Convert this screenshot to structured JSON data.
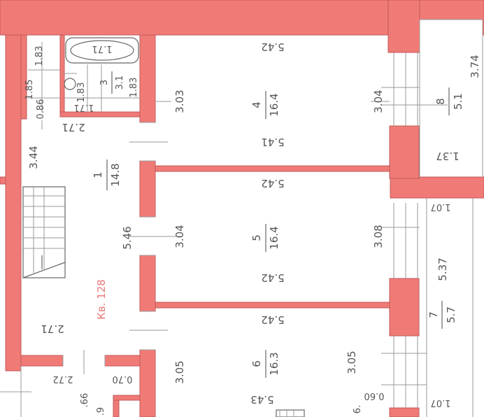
{
  "rooms": [
    {
      "id": "1",
      "area": "14.8"
    },
    {
      "id": "3",
      "area": "3.1"
    },
    {
      "id": "4",
      "area": "16.4"
    },
    {
      "id": "5",
      "area": "16.4"
    },
    {
      "id": "6",
      "area": "16.3"
    },
    {
      "id": "7",
      "area": "5.7"
    },
    {
      "id": "8",
      "area": "5.1"
    }
  ],
  "apartment_label": "Кв. 128",
  "dims": {
    "r4_top": "5.42",
    "r4_left": "3.03",
    "r4_right": "3.04",
    "r4_bottom": "5.41",
    "r5_top": "5.42",
    "r5_left": "3.04",
    "r5_right": "3.08",
    "r5_bottom": "5.42",
    "r6_top": "5.42",
    "r6_left": "3.05",
    "r6_right": "3.05",
    "r6_bottom": "5.43",
    "r1_a": "3.44",
    "r1_b": "5.46",
    "r1_c": "2.71",
    "r1_d": "2.71",
    "r8_a": "3.74",
    "r8_b": "1.37",
    "r7_a": "1.07",
    "r7_b": "5.37",
    "r7_c": "1.07",
    "bath_a": "1.71",
    "bath_b": "1.71",
    "bath_c": "1.83",
    "bath_d": "1.83",
    "bath_e": "0.86",
    "bath_f": "1.85",
    "bath_g": "1.83",
    "hall_a": "2.72",
    "hall_b": "0.70",
    "hall_c": "0.60",
    "hall_d": ".66",
    "hall_e": ".9",
    "hall_f": "6."
  }
}
